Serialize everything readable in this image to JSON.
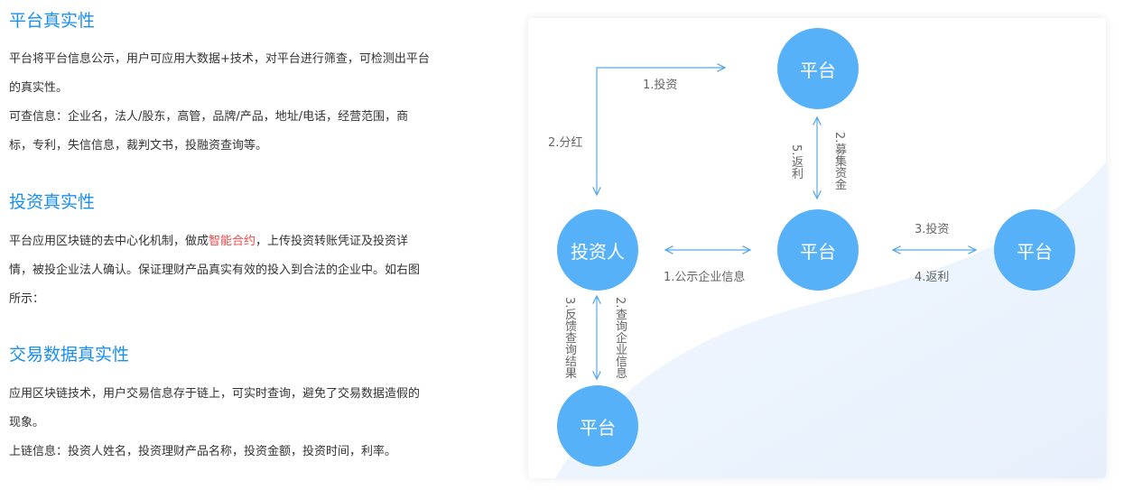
{
  "sections": [
    {
      "title": "平台真实性",
      "lines": [
        "平台将平台信息公示，用户可应用大数据+技术，对平台进行筛查，可检测出平台",
        "的真实性。",
        "可查信息：企业名，法人/股东，高管，品牌/产品，地址/电话，经营范围，商",
        "标，专利，失信信息，裁判文书，投融资查询等。"
      ]
    },
    {
      "title": "投资真实性",
      "line1_pre": "平台应用区块链的去中心化机制，做成",
      "line1_hl": "智能合约",
      "line1_post": "，上传投资转账凭证及投资详",
      "lines": [
        "情，被投企业法人确认。保证理财产品真实有效的投入到合法的企业中。如右图",
        "所示："
      ]
    },
    {
      "title": "交易数据真实性",
      "lines": [
        "应用区块链技术，用户交易信息存于链上，可实时查询，避免了交易数据造假的",
        "现象。",
        "上链信息：投资人姓名，投资理财产品名称，投资金额，投资时间，利率。"
      ]
    }
  ],
  "diagram": {
    "nodes": {
      "top": "平台",
      "center": "平台",
      "right": "平台",
      "investor": "投资人",
      "bottom": "平台"
    },
    "labels": {
      "invest_top": "1.投资",
      "dividend": "2.分红",
      "raise": "2.募集资金",
      "rebate_top": "5.返利",
      "publish": "1.公示企业信息",
      "invest_right": "3.投资",
      "rebate_right": "4.返利",
      "query": "2.查询企业信息",
      "feedback": "3.反馈查询结果"
    },
    "colors": {
      "node": "#56b1f8",
      "arrow": "#5aa9e6",
      "accent": "#1a8ff0",
      "highlight": "#f04848"
    }
  }
}
